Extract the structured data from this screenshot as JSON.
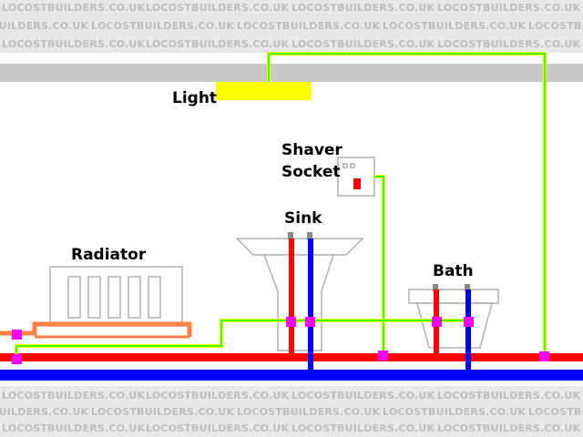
{
  "watermark": "LOCOSTBUILDERS.CO.UK",
  "labels": {
    "light": "Light",
    "shaver_line1": "Shaver",
    "shaver_line2": "Socket",
    "sink": "Sink",
    "radiator": "Radiator",
    "bath": "Bath"
  },
  "colors": {
    "earth_wire": "#ffff00",
    "earth_wire_stripe": "#00ff00",
    "hot_pipe": "#ff0000",
    "cold_pipe": "#0000ff",
    "radiator_pipe": "#ff8040",
    "clamp": "#ff00ff",
    "light_fitting": "#ffff00",
    "ceiling": "#c8c8c8"
  }
}
